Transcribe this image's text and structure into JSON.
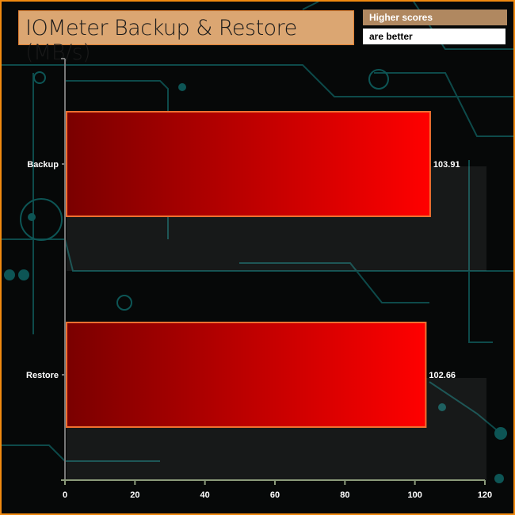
{
  "header": {
    "title": "IOMeter Backup & Restore (MB/s)",
    "note_line1": "Higher scores",
    "note_line2": "are better"
  },
  "colors": {
    "bar_start": "#7a0000",
    "bar_end": "#ff0000",
    "bar_border": "#f07030",
    "axis": "#8a9a7a",
    "frame": "#f08a10"
  },
  "chart_data": {
    "type": "bar",
    "orientation": "horizontal",
    "title": "IOMeter Backup & Restore (MB/s)",
    "categories": [
      "Backup",
      "Restore"
    ],
    "values": [
      103.91,
      102.66
    ],
    "value_labels": [
      "103.91",
      "102.66"
    ],
    "xlim": [
      0,
      120
    ],
    "xticks": [
      0,
      20,
      40,
      60,
      80,
      100,
      120
    ],
    "xlabel": "",
    "ylabel": "",
    "grid": false,
    "legend": "none"
  }
}
